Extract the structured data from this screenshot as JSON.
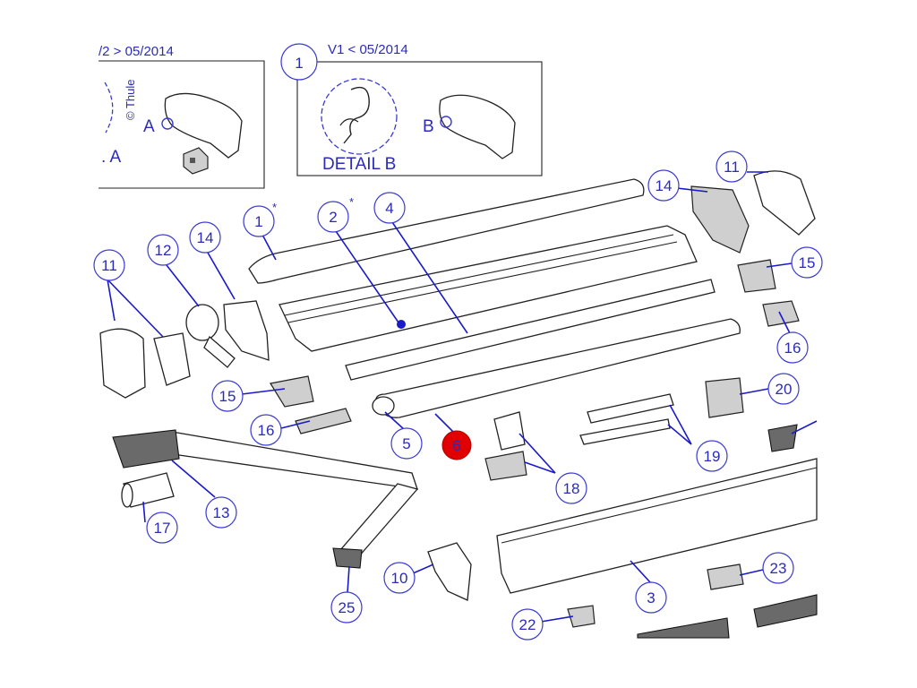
{
  "header": {
    "left_caption": "/2 > 05/2014",
    "right_caption": "V1 < 05/2014",
    "right_circle_label": "1"
  },
  "inset_left": {
    "brand": "© Thule",
    "detail_label": "A",
    "partial_label": ". A"
  },
  "inset_right": {
    "detail_label": "B",
    "detail_caption": "DETAIL B"
  },
  "callouts": {
    "c1": "1",
    "c1_mark": "*",
    "c2": "2",
    "c2_mark": "*",
    "c3": "3",
    "c4": "4",
    "c5": "5",
    "c6": "6",
    "c10": "10",
    "c11_left": "11",
    "c11_right": "11",
    "c12": "12",
    "c13": "13",
    "c14_left": "14",
    "c14_right": "14",
    "c15_left": "15",
    "c15_right": "15",
    "c16_left": "16",
    "c16_right": "16",
    "c17": "17",
    "c18": "18",
    "c19": "19",
    "c20": "20",
    "c22": "22",
    "c23": "23",
    "c25": "25"
  },
  "colors": {
    "callout_text": "#2b2bb8",
    "callout_line": "#1a1ac8",
    "highlight": "#e00000"
  }
}
